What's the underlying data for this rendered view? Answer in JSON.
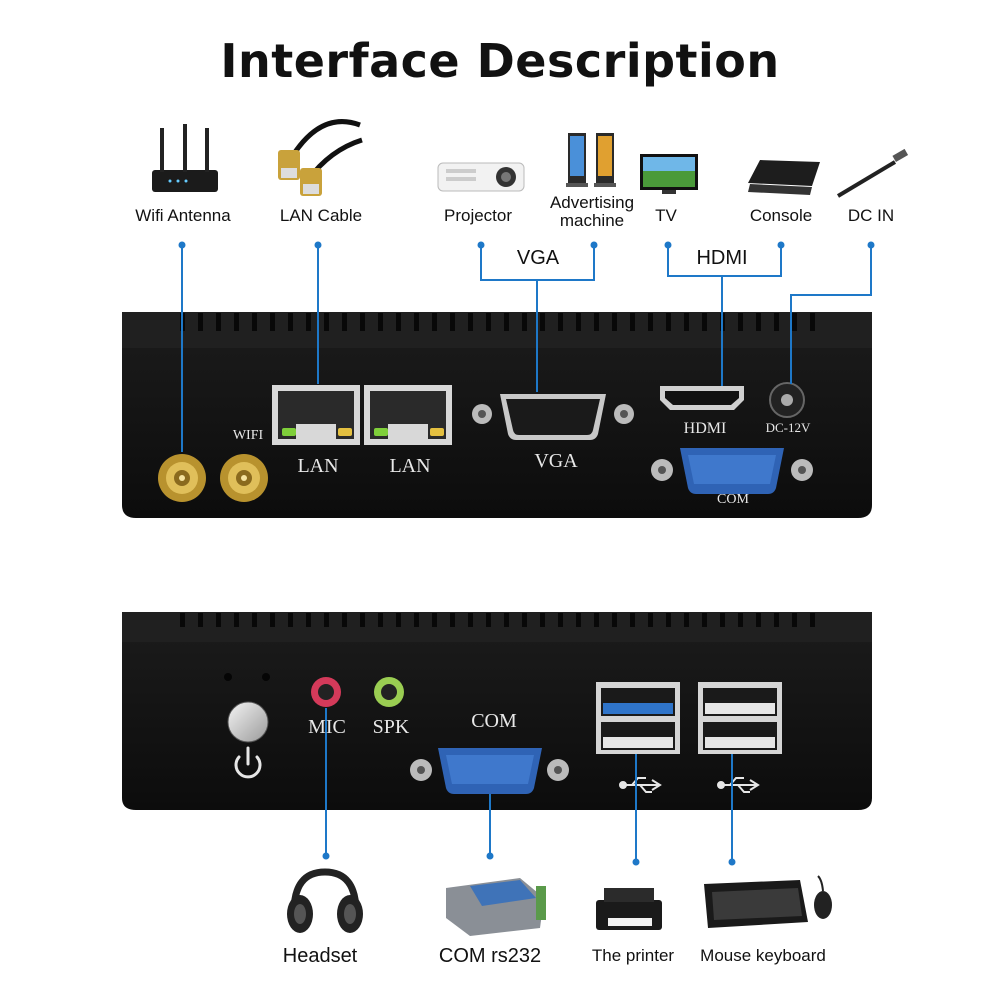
{
  "title": "Interface Description",
  "top_devices": {
    "wifi": "Wifi Antenna",
    "lan": "LAN Cable",
    "projector": "Projector",
    "advertising_line1": "Advertising",
    "advertising_line2": "machine",
    "tv": "TV",
    "console": "Console",
    "dcin": "DC IN"
  },
  "groups": {
    "vga": "VGA",
    "hdmi": "HDMI"
  },
  "rear_panel": {
    "wifi": "WIFI",
    "lan1": "LAN",
    "lan2": "LAN",
    "vga": "VGA",
    "hdmi": "HDMI",
    "dc": "DC-12V",
    "com": "COM"
  },
  "front_panel": {
    "mic": "MIC",
    "spk": "SPK",
    "com": "COM"
  },
  "bottom_devices": {
    "headset": "Headset",
    "com": "COM rs232",
    "printer": "The printer",
    "mouse_keyboard": "Mouse keyboard"
  },
  "colors": {
    "connector_line": "#1e78c8",
    "case": "#151515",
    "com_port": "#2f63b5"
  }
}
